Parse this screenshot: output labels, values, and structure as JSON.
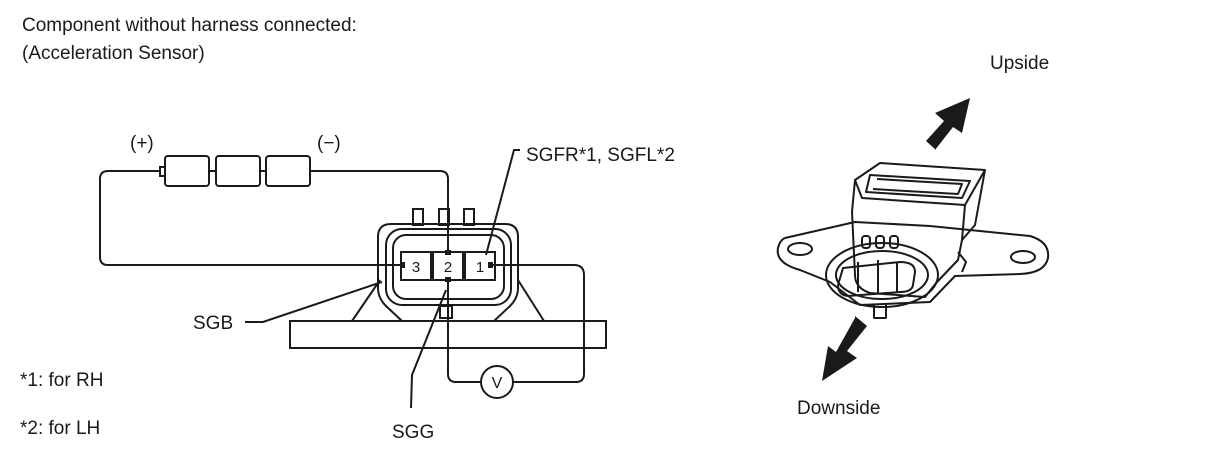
{
  "header": {
    "line1": "Component without harness connected:",
    "line2": "(Acceleration Sensor)"
  },
  "circuit": {
    "battery_positive": "(+)",
    "battery_negative": "(−)",
    "pin_3": "3",
    "pin_2": "2",
    "pin_1": "1",
    "voltmeter": "V",
    "label_sgfr_sgfl": "SGFR*1, SGFL*2",
    "label_sgb": "SGB",
    "label_sgg": "SGG"
  },
  "notes": {
    "note1": "*1: for RH",
    "note2": "*2: for LH"
  },
  "orientation": {
    "upside": "Upside",
    "downside": "Downside"
  }
}
